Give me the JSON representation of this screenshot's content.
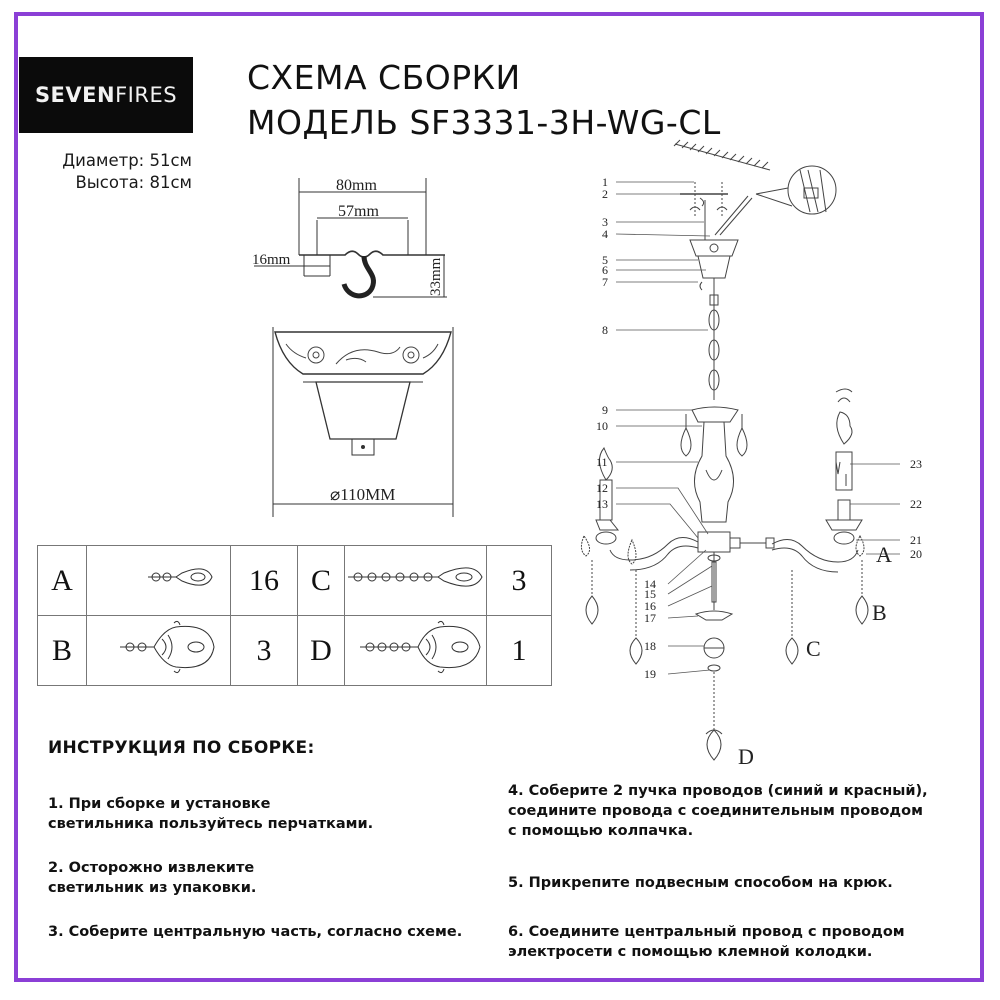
{
  "brand": {
    "logo_bold": "SEVEN",
    "logo_light": "FIRES",
    "logo_bg": "#0b0b0b"
  },
  "frame_color": "#8b3fd6",
  "specs": {
    "diameter": "Диаметр: 51см",
    "height": "Высота: 81см"
  },
  "header": {
    "line1": "СХЕМА СБОРКИ",
    "line2": "МОДЕЛЬ SF3331-3H-WG-CL"
  },
  "hook_drawing": {
    "dim_outer": "80mm",
    "dim_inner": "57mm",
    "dim_offset": "16mm",
    "dim_depth": "33mm"
  },
  "canopy_drawing": {
    "diameter_label": "⌀110MM"
  },
  "parts_table": {
    "rows": [
      [
        {
          "letter": "A",
          "icon": "crystal-pendant-short-icon",
          "qty": "16"
        },
        {
          "letter": "C",
          "icon": "crystal-pendant-long-chain-icon",
          "qty": "3"
        }
      ],
      [
        {
          "letter": "B",
          "icon": "crystal-pendant-ornate-icon",
          "qty": "3"
        },
        {
          "letter": "D",
          "icon": "crystal-pendant-ornate-long-icon",
          "qty": "1"
        }
      ]
    ]
  },
  "callouts": {
    "left": [
      "1",
      "2",
      "3",
      "4",
      "5",
      "6",
      "7",
      "8",
      "9",
      "10",
      "11",
      "12",
      "13",
      "14",
      "15",
      "16",
      "17",
      "18",
      "19"
    ],
    "right": [
      "23",
      "22",
      "21",
      "20"
    ],
    "letters": [
      "A",
      "B",
      "C",
      "D"
    ]
  },
  "instructions": {
    "heading": "ИНСТРУКЦИЯ ПО СБОРКЕ:",
    "steps": [
      {
        "l1": "1. При сборке и установке",
        "l2": "светильника пользуйтесь перчатками."
      },
      {
        "l1": "2. Осторожно извлеките",
        "l2": "светильник из упаковки."
      },
      {
        "l1": "3. Соберите центральную часть, согласно схеме.",
        "l2": ""
      },
      {
        "l1": "4. Соберите 2 пучка проводов (синий и красный),",
        "l2": "соедините провода с соединительным проводом",
        "l3": "с помощью колпачка."
      },
      {
        "l1": "5. Прикрепите подвесным способом на крюк.",
        "l2": ""
      },
      {
        "l1": "6. Соедините центральный провод с проводом",
        "l2": "электросети с помощью клемной колодки."
      }
    ]
  }
}
